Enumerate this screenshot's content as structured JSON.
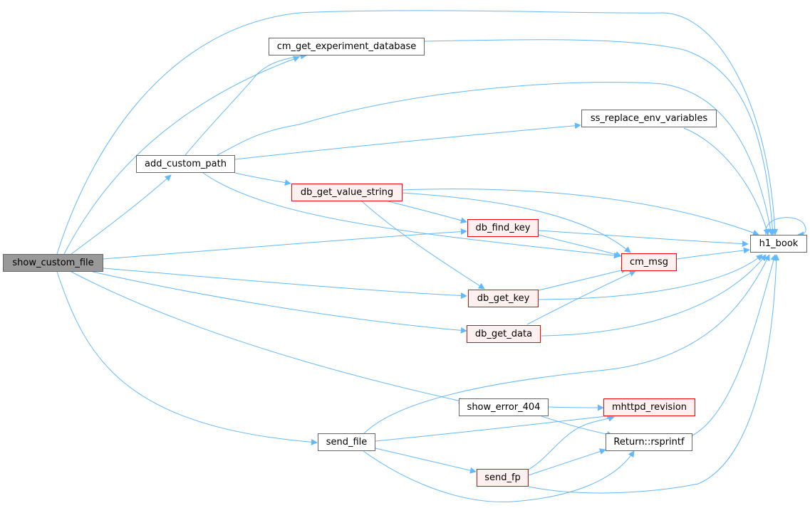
{
  "diagram": {
    "colors": {
      "edge": "#63b8ff",
      "node_border": "#666666",
      "truncated_border": "#ff0000",
      "truncated_fill": "#fff0f0",
      "current_fill": "#999999"
    },
    "nodes": {
      "show_custom_file": "show_custom_file",
      "add_custom_path": "add_custom_path",
      "cm_get_experiment_database": "cm_get_experiment_database",
      "ss_replace_env_variables": "ss_replace_env_variables",
      "db_get_value_string": "db_get_value_string",
      "db_find_key": "db_find_key",
      "cm_msg": "cm_msg",
      "db_get_key": "db_get_key",
      "db_get_data": "db_get_data",
      "h1_book": "h1_book",
      "show_error_404": "show_error_404",
      "mhttpd_revision": "mhttpd_revision",
      "send_file": "send_file",
      "return_rsprintf": "Return::rsprintf",
      "send_fp": "send_fp"
    },
    "edges": [
      [
        "show_custom_file",
        "add_custom_path"
      ],
      [
        "show_custom_file",
        "cm_get_experiment_database"
      ],
      [
        "show_custom_file",
        "h1_book"
      ],
      [
        "show_custom_file",
        "db_find_key"
      ],
      [
        "show_custom_file",
        "db_get_key"
      ],
      [
        "show_custom_file",
        "db_get_data"
      ],
      [
        "show_custom_file",
        "show_error_404"
      ],
      [
        "show_custom_file",
        "send_file"
      ],
      [
        "add_custom_path",
        "cm_get_experiment_database"
      ],
      [
        "add_custom_path",
        "h1_book"
      ],
      [
        "add_custom_path",
        "ss_replace_env_variables"
      ],
      [
        "add_custom_path",
        "db_get_value_string"
      ],
      [
        "add_custom_path",
        "cm_msg"
      ],
      [
        "cm_get_experiment_database",
        "h1_book"
      ],
      [
        "ss_replace_env_variables",
        "h1_book"
      ],
      [
        "db_get_value_string",
        "h1_book"
      ],
      [
        "db_get_value_string",
        "db_find_key"
      ],
      [
        "db_get_value_string",
        "cm_msg"
      ],
      [
        "db_get_value_string",
        "db_get_key"
      ],
      [
        "db_find_key",
        "h1_book"
      ],
      [
        "db_find_key",
        "cm_msg"
      ],
      [
        "cm_msg",
        "h1_book"
      ],
      [
        "db_get_key",
        "cm_msg"
      ],
      [
        "db_get_key",
        "h1_book"
      ],
      [
        "db_get_data",
        "cm_msg"
      ],
      [
        "db_get_data",
        "h1_book"
      ],
      [
        "h1_book",
        "h1_book"
      ],
      [
        "show_error_404",
        "mhttpd_revision"
      ],
      [
        "show_error_404",
        "return_rsprintf"
      ],
      [
        "send_file",
        "h1_book"
      ],
      [
        "send_file",
        "mhttpd_revision"
      ],
      [
        "send_file",
        "send_fp"
      ],
      [
        "send_file",
        "return_rsprintf"
      ],
      [
        "send_fp",
        "mhttpd_revision"
      ],
      [
        "send_fp",
        "return_rsprintf"
      ],
      [
        "send_fp",
        "h1_book"
      ],
      [
        "return_rsprintf",
        "h1_book"
      ]
    ]
  }
}
